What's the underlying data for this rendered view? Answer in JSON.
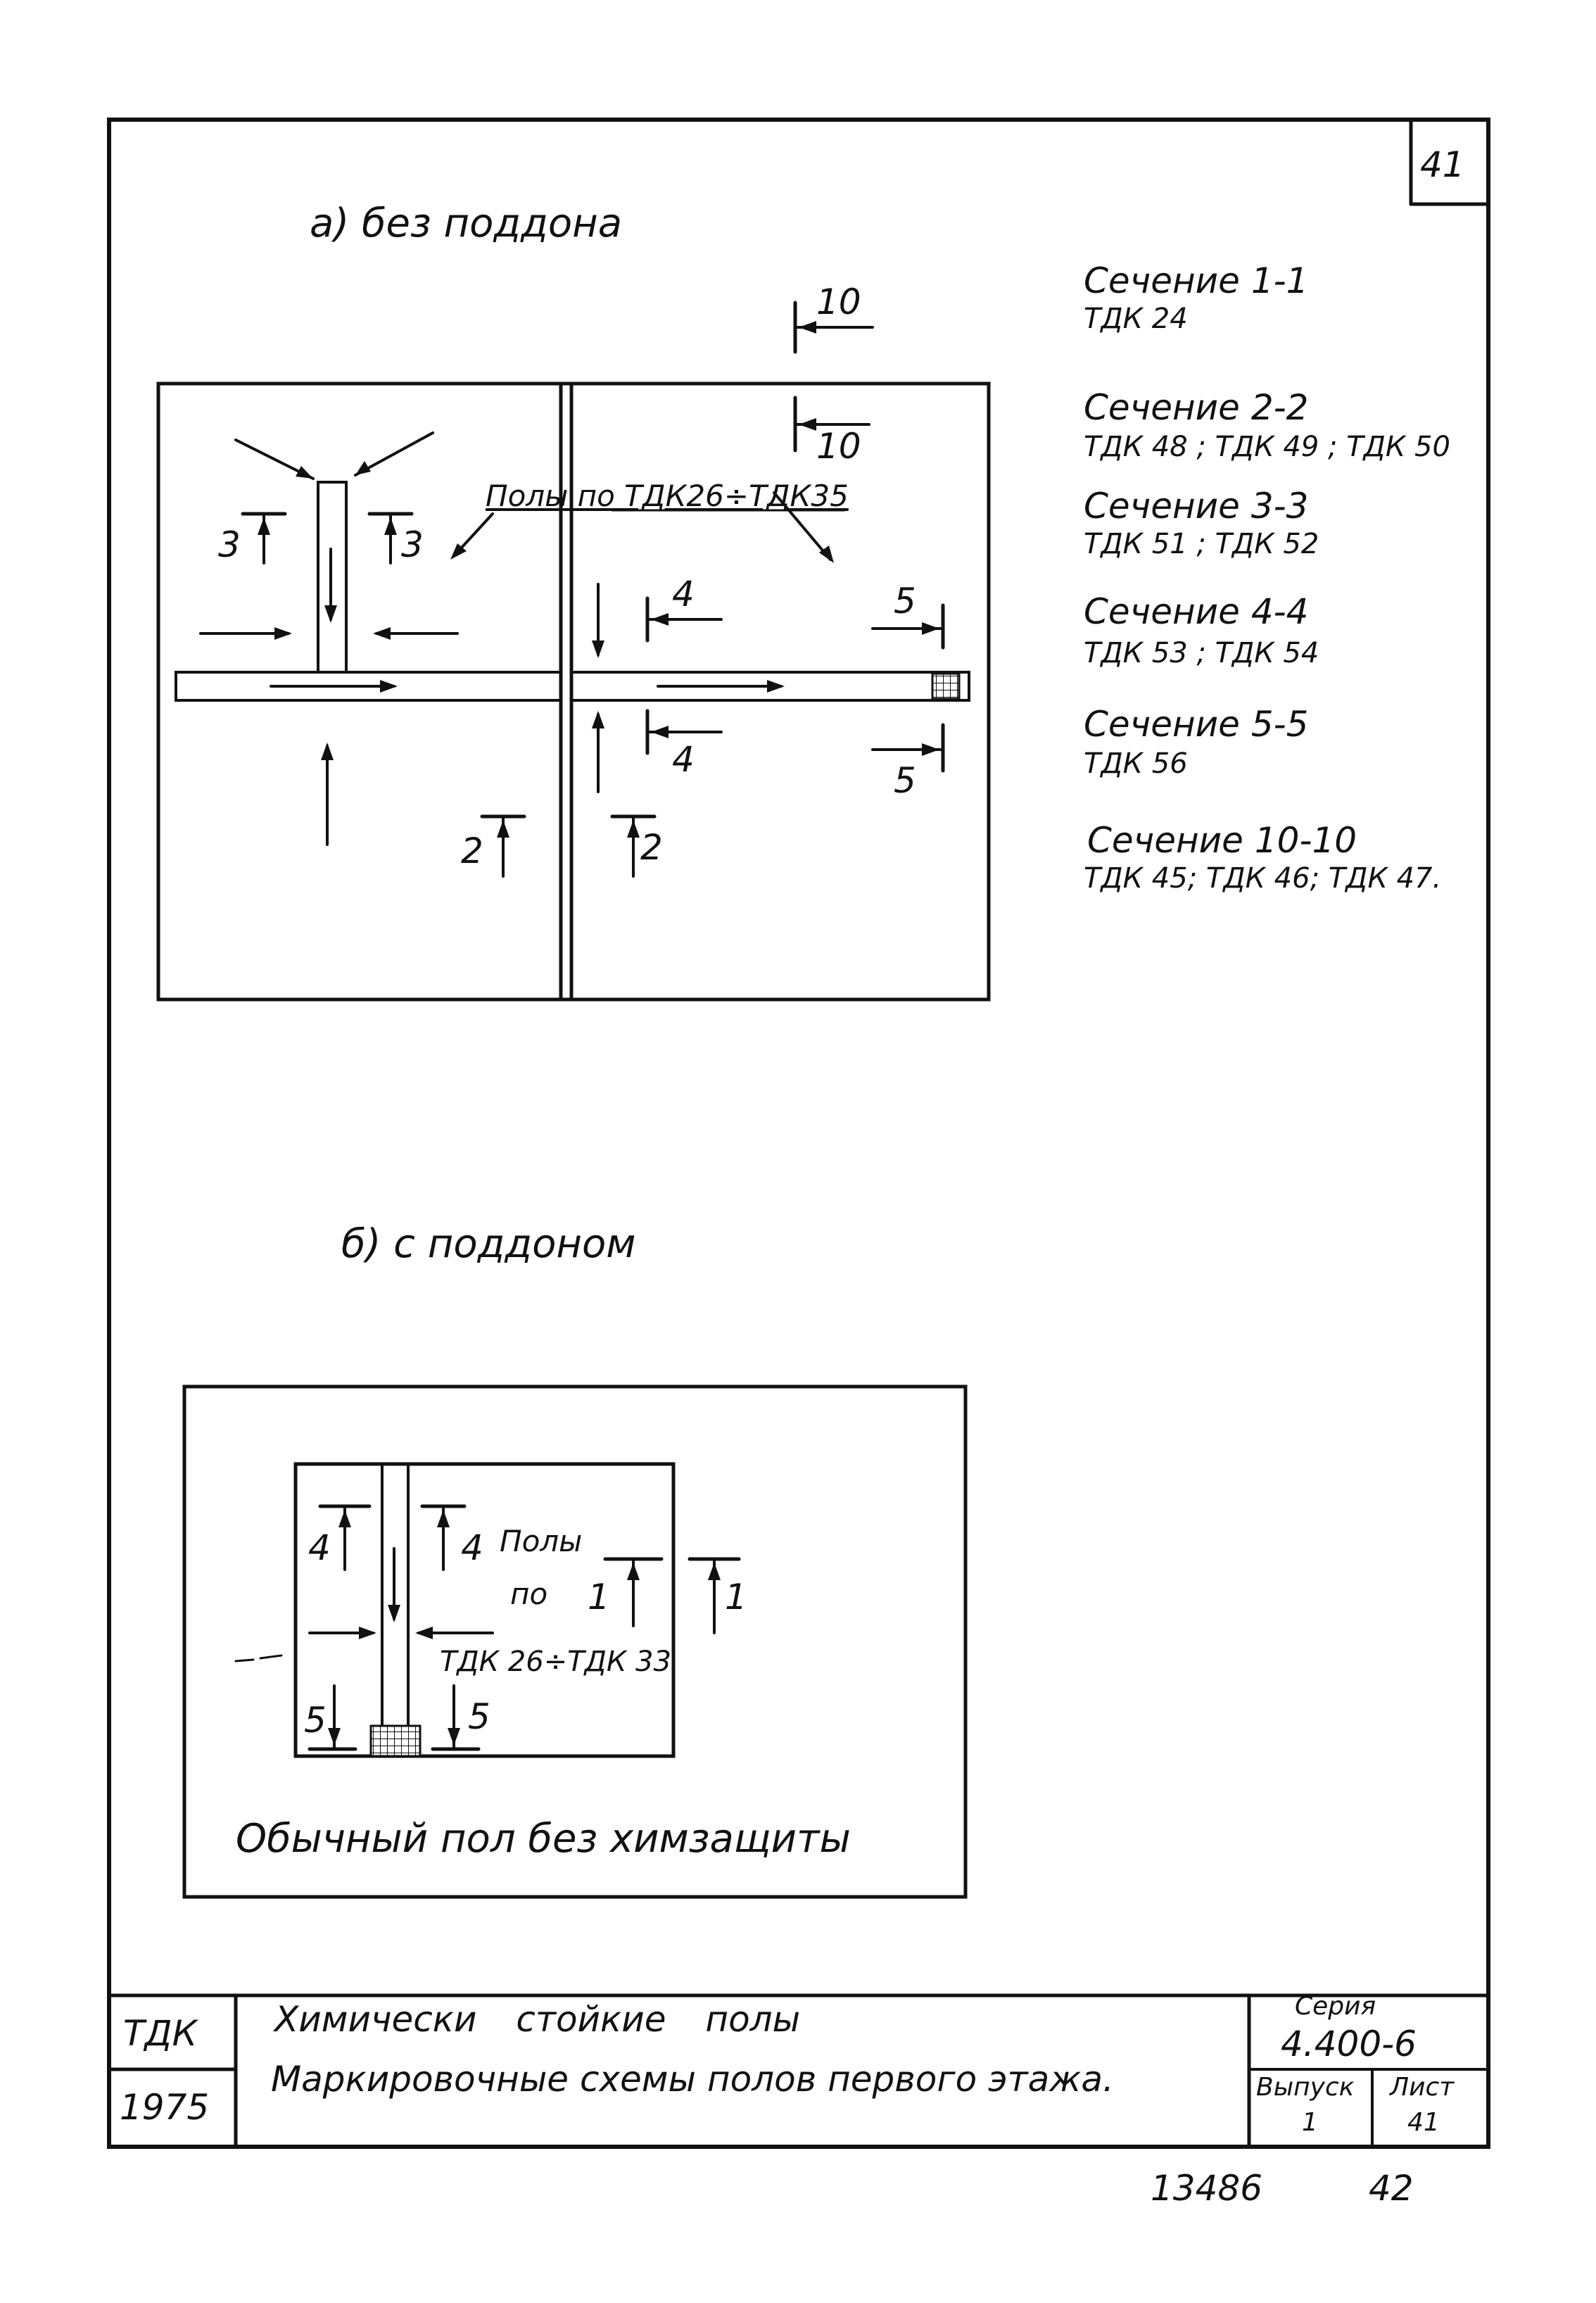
{
  "sheet": {
    "sheet_label": "41",
    "footer_left": "13486",
    "footer_right": "42"
  },
  "part_a": {
    "heading": "а) без поддона",
    "note": "Полы по ТДК26÷ТДК35",
    "marks": {
      "m10a": "10",
      "m10b": "10",
      "m3a": "3",
      "m3b": "3",
      "m4a": "4",
      "m4b": "4",
      "m5a": "5",
      "m5b": "5",
      "m2a": "2",
      "m2b": "2"
    }
  },
  "sections": [
    {
      "title": "Сечение 1-1",
      "codes": "ТДК 24"
    },
    {
      "title": "Сечение 2-2",
      "codes": "ТДК 48 ; ТДК 49 ; ТДК 50"
    },
    {
      "title": "Сечение 3-3",
      "codes": "ТДК 51 ; ТДК 52"
    },
    {
      "title": "Сечение 4-4",
      "codes": "ТДК 53 ; ТДК 54"
    },
    {
      "title": "Сечение 5-5",
      "codes": "ТДК 56"
    },
    {
      "title": "Сечение 10-10",
      "codes": "ТДК 45; ТДК 46; ТДК 47."
    }
  ],
  "part_b": {
    "heading": "б) с поддоном",
    "note_line1": "Полы",
    "note_line2": "по",
    "note_line3": "ТДК 26÷ТДК 33",
    "bottom_text": "Обычный пол без химзащиты",
    "marks": {
      "m4a": "4",
      "m4b": "4",
      "m1a": "1",
      "m1b": "1",
      "m5a": "5",
      "m5b": "5"
    }
  },
  "title_block": {
    "org": "ТДК",
    "year": "1975",
    "title_line1": "Химически стойкие полы",
    "title_line2": "Маркировочные схемы полов первого этажа.",
    "series_label": "Серия",
    "series_value": "4.400-6",
    "issue_label": "Выпуск",
    "issue_value": "1",
    "sheet_label": "Лист",
    "sheet_value": "41"
  }
}
